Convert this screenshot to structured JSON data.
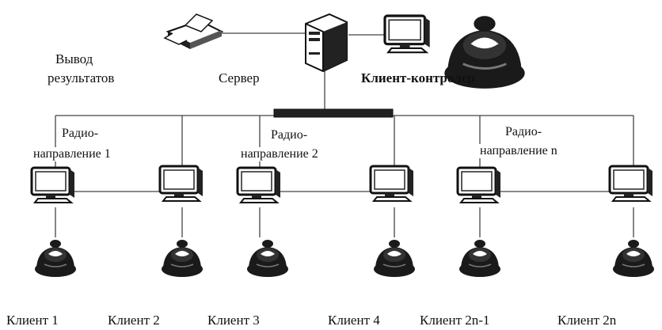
{
  "labels": {
    "output_line1": "Вывод",
    "output_line2": "результатов",
    "server": "Сервер",
    "client_controller": "Клиент-контролер",
    "radio1_line1": "Радио-",
    "radio1_line2": "направление 1",
    "radio2_line1": "Радио-",
    "radio2_line2": "направление 2",
    "radion_line1": "Радио-",
    "radion_line2": "направление n"
  },
  "clients": [
    "Клиент 1",
    "Клиент 2",
    "Клиент 3",
    "Клиент 4",
    "Клиент 2n-1",
    "Клиент 2n"
  ],
  "icons": {
    "printer": "printer-icon",
    "server": "server-icon",
    "monitor": "monitor-icon",
    "radio_station": "radio-station-icon"
  },
  "colors": {
    "line": "#444444",
    "ink": "#111111"
  }
}
